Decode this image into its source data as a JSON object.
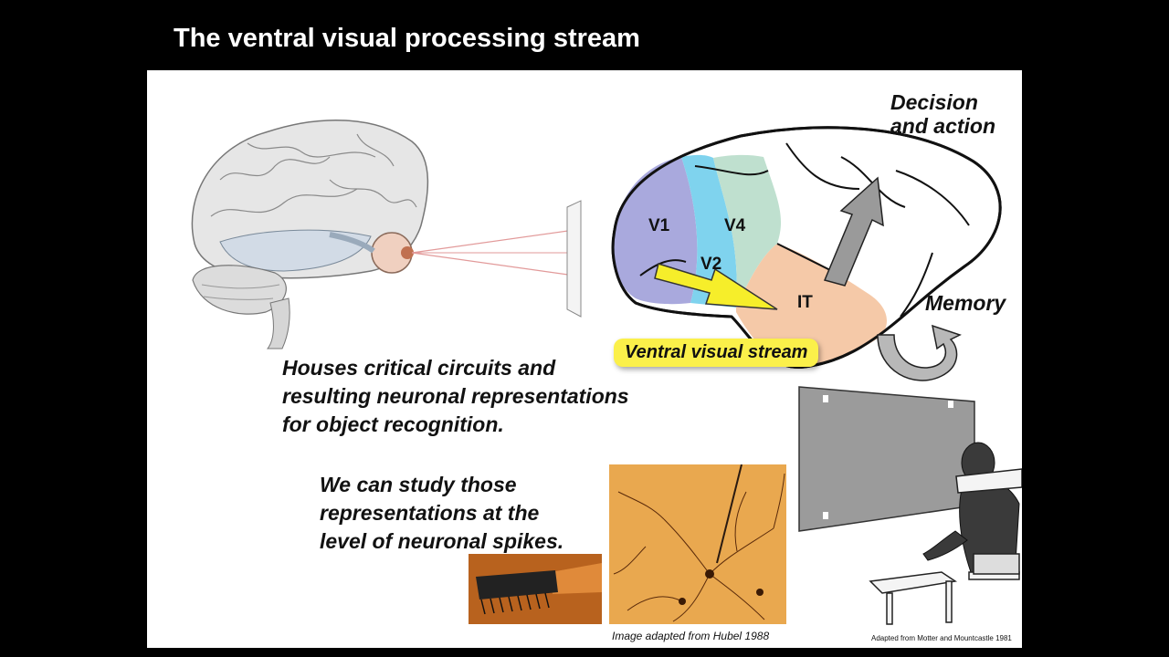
{
  "slide": {
    "title": "The ventral visual processing stream",
    "labels": {
      "decision": [
        "Decision",
        "and action"
      ],
      "memory": "Memory",
      "v1": "V1",
      "v2": "V2",
      "v4": "V4",
      "it": "IT",
      "stream": "Ventral visual stream"
    },
    "body": [
      "Houses critical circuits and",
      "resulting neuronal representations",
      "for object recognition."
    ],
    "study": [
      "We can study those",
      "representations at the",
      "level of neuronal spikes."
    ],
    "captions": {
      "hubel": "Image adapted from Hubel 1988",
      "motter": "Adapted from Motter and Mountcastle 1981"
    }
  },
  "colors": {
    "v1_area": "#a9a9dd",
    "v2_area": "#7fd3ee",
    "v4_area": "#bfe0cf",
    "it_area": "#f5c9a8",
    "arrow_yellow": "#f6ee2a",
    "pill_yellow": "#fbf04a",
    "arrow_gray": "#9a9a9a",
    "neuron_bg": "#e9a84f"
  }
}
